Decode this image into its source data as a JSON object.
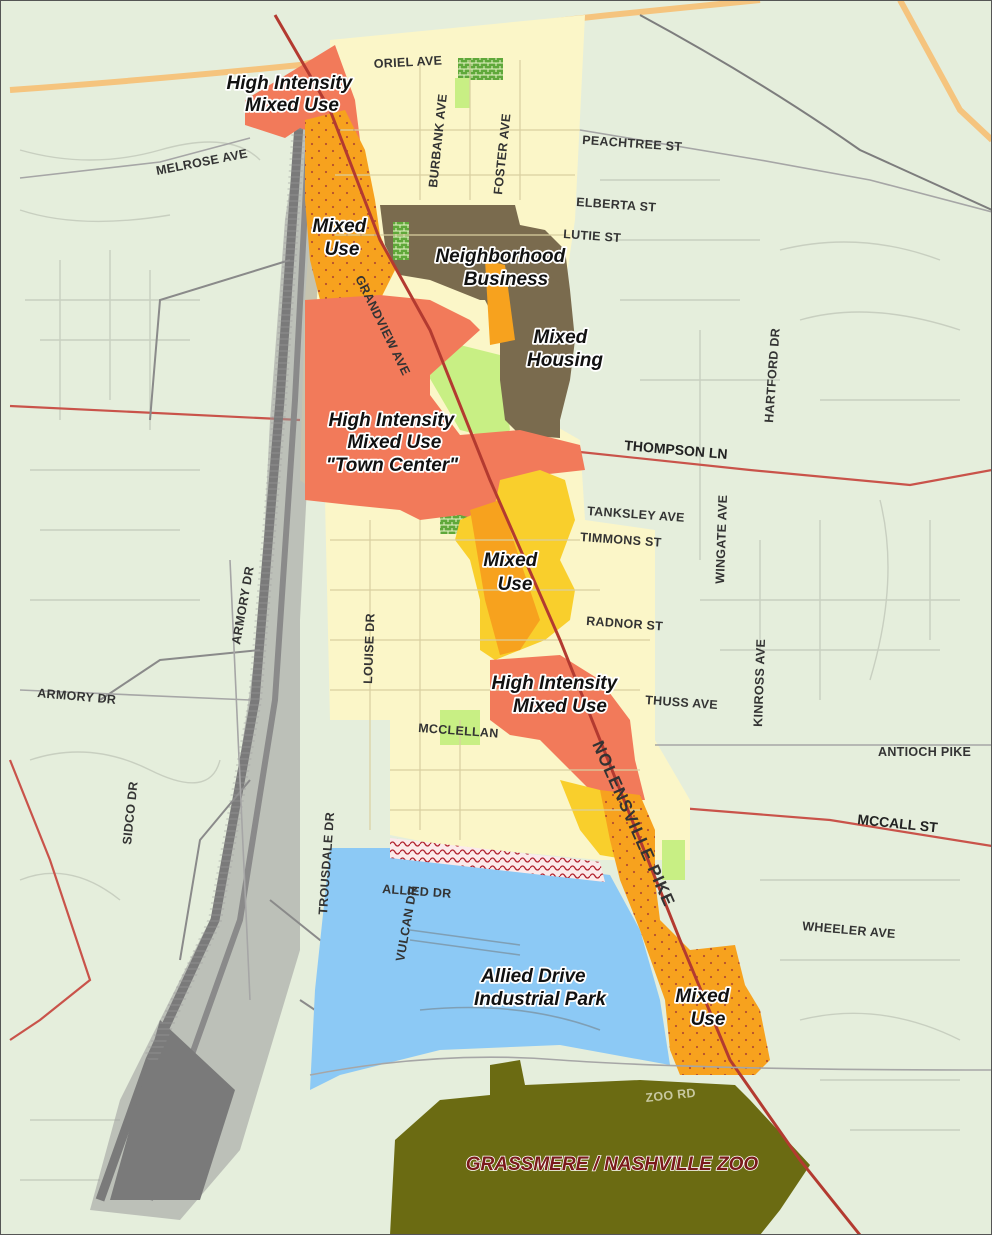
{
  "colors": {
    "background": "#e5eedc",
    "residential": "#fbf6c8",
    "high_intensity_mixed_use": "#f27a5a",
    "mixed_use_orange": "#f7a21e",
    "mixed_use_yellow": "#f9cf2c",
    "neighborhood_business": "#7a6b4e",
    "mixed_housing": "#7a6b4e",
    "open_space": "#c8ef84",
    "industrial": "#8cc9f5",
    "zoo": "#6b6b12",
    "rail": "#8a8a8a",
    "arterial_red": "#c9534a",
    "highway_orange": "#f5c47e",
    "pike_line": "#b33a30"
  },
  "streets": {
    "oriel": "ORIEL AVE",
    "melrose": "MELROSE AVE",
    "burbank": "BURBANK AVE",
    "foster": "FOSTER AVE",
    "peachtree": "PEACHTREE ST",
    "elberta": "ELBERTA ST",
    "lutie": "LUTIE ST",
    "grandview": "GRANDVIEW AVE",
    "hartford": "HARTFORD DR",
    "thompson": "THOMPSON LN",
    "tanksley": "TANKSLEY AVE",
    "timmons": "TIMMONS ST",
    "wingate": "WINGATE AVE",
    "armory_v": "ARMORY DR",
    "armory_h": "ARMORY DR",
    "louise": "LOUISE DR",
    "radnor": "RADNOR ST",
    "thuss": "THUSS AVE",
    "kinross": "KINROSS AVE",
    "mcclellan": "MCCLELLAN",
    "antioch": "ANTIOCH PIKE",
    "sidco": "SIDCO DR",
    "trousdale": "TROUSDALE DR",
    "mccall": "MCCALL ST",
    "allied": "ALLIED DR",
    "vulcan": "VULCAN DR",
    "wheeler": "WHEELER AVE",
    "zoo_rd": "ZOO RD",
    "nolensville": "NOLENSVILLE PIKE"
  },
  "zones": {
    "himu_north": [
      "High Intensity",
      "Mixed Use"
    ],
    "mu_north": [
      "Mixed",
      "Use"
    ],
    "neighborhood_business": [
      "Neighborhood",
      "Business"
    ],
    "mixed_housing": [
      "Mixed",
      "Housing"
    ],
    "town_center": [
      "High Intensity",
      "Mixed Use",
      "\"Town Center\""
    ],
    "mu_middle": [
      "Mixed",
      "Use"
    ],
    "himu_south": [
      "High Intensity",
      "Mixed Use"
    ],
    "industrial": [
      "Allied Drive",
      "Industrial Park"
    ],
    "mu_south": [
      "Mixed",
      "Use"
    ],
    "zoo": "GRASSMERE / NASHVILLE ZOO"
  }
}
